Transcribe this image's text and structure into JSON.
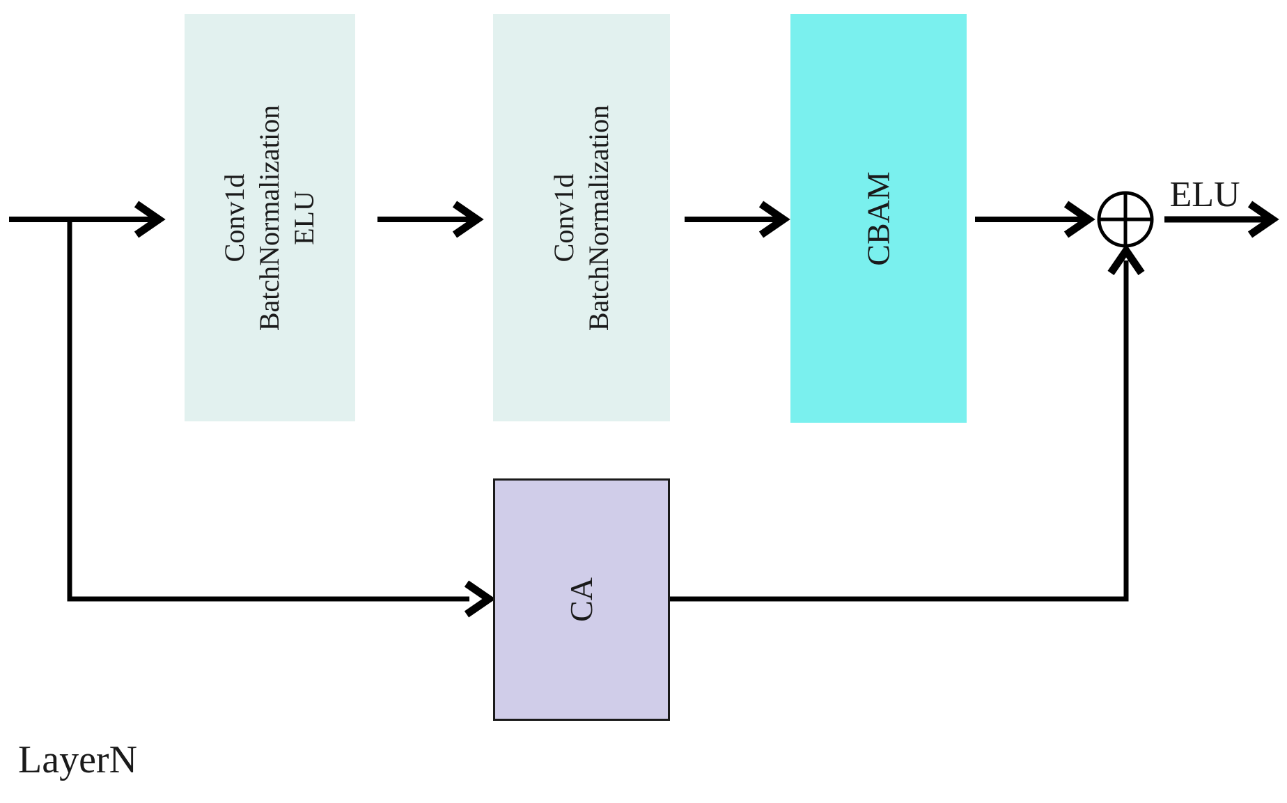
{
  "figure": {
    "caption": "LayerN",
    "output_activation_label": "ELU",
    "sum_symbol_name": "circled-plus",
    "colors": {
      "block_light": "#e2f1ef",
      "block_cbam": "#7af0ee",
      "block_ca_fill": "#d0cde9",
      "block_ca_border": "#6e6e78",
      "line": "#000000",
      "text": "#1a1a1a",
      "background": "#ffffff"
    },
    "blocks": [
      {
        "name": "conv-bn-elu",
        "lines": [
          "Conv1d",
          "BatchNormalization",
          "ELU"
        ]
      },
      {
        "name": "conv-bn",
        "lines": [
          "Conv1d",
          "BatchNormalization"
        ]
      },
      {
        "name": "cbam",
        "lines": [
          "CBAM"
        ]
      },
      {
        "name": "ca",
        "lines": [
          "CA"
        ]
      }
    ]
  }
}
